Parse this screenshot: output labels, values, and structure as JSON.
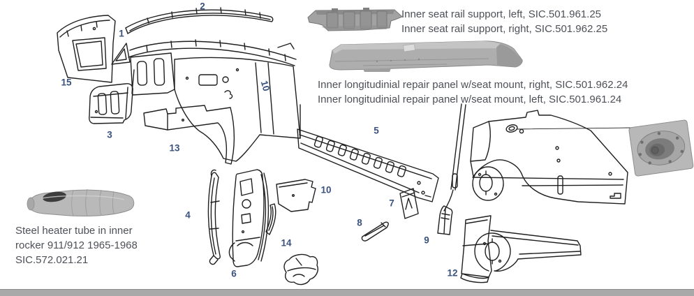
{
  "annotations": {
    "seat_rail": {
      "line1": "Inner seat rail support, left, SIC.501.961.25",
      "line2": "Inner seat rail support, right, SIC.501.962.25"
    },
    "longitudinal": {
      "line1": "Inner longitudinial repair panel w/seat mount, right, SIC.501.962.24",
      "line2": "Inner longitudinial repair panel w/seat mount, left, SIC.501.961.24"
    },
    "heater_tube": {
      "line1": "Steel heater tube in inner",
      "line2": "rocker 911/912 1965-1968",
      "line3": "SIC.572.021.21"
    }
  },
  "part_numbers": {
    "n1": "1",
    "n2": "2",
    "n3": "3",
    "n4": "4",
    "n5": "5",
    "n6": "6",
    "n7": "7",
    "n8": "8",
    "n9": "9",
    "n10": "10",
    "n10_inline": "10",
    "n12": "12",
    "n13": "13",
    "n14": "14",
    "n15": "15"
  },
  "colors": {
    "number": "#3a527d",
    "label_text": "#4d5056",
    "line_art": "#1f1f1f",
    "footer_bar": "#a9a9a9",
    "photo_gray": "#aeaeae"
  }
}
